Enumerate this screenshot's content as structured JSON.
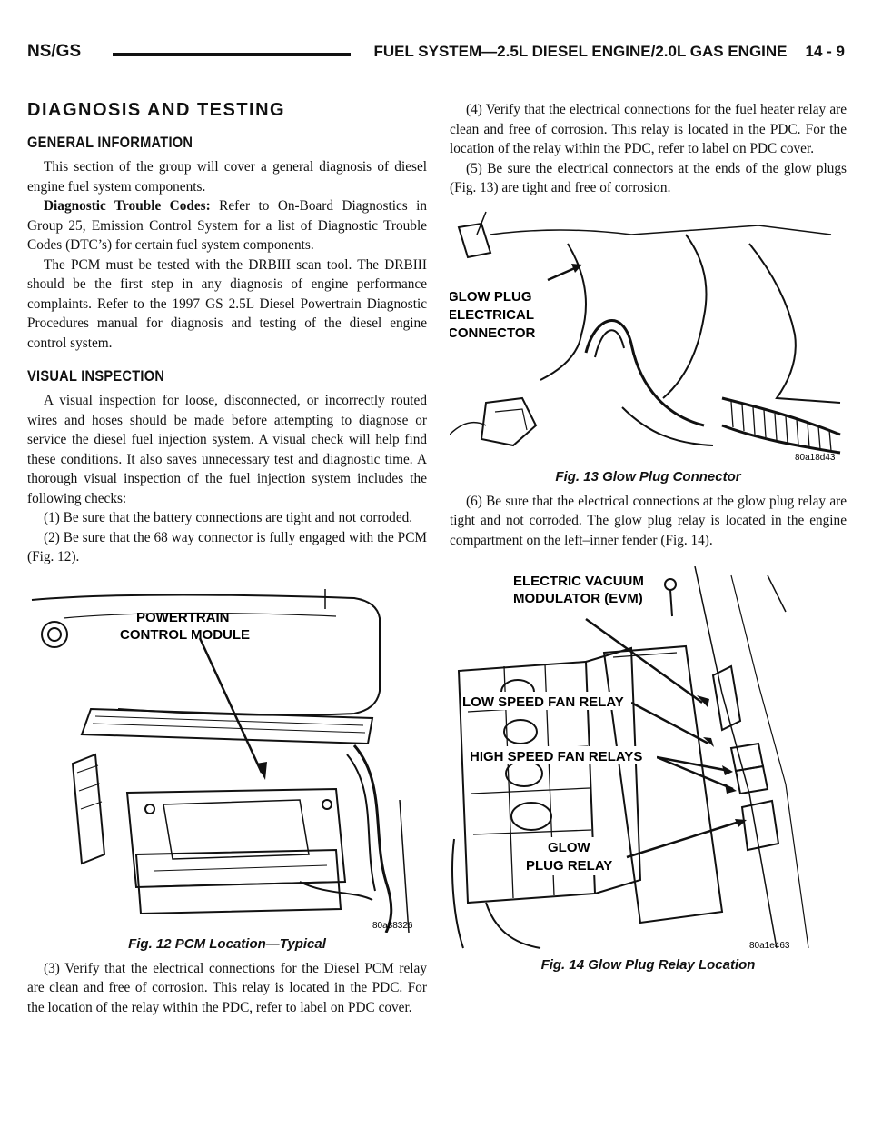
{
  "header": {
    "left": "NS/GS",
    "title": "FUEL SYSTEM—2.5L DIESEL ENGINE/2.0L GAS ENGINE",
    "page": "14 - 9"
  },
  "section_title": "DIAGNOSIS AND TESTING",
  "general": {
    "heading": "GENERAL INFORMATION",
    "p1": "This section of the group will cover a general diagnosis of diesel engine fuel system components.",
    "dtc_lead": "Diagnostic Trouble Codes:",
    "dtc_text": " Refer to On-Board Diagnostics in Group 25, Emission Control System for a list of Diagnostic Trouble Codes (DTC’s) for certain fuel system components.",
    "p3": "The PCM must be tested with the DRBIII scan tool. The DRBIII should be the first step in any diagnosis of engine performance complaints. Refer to the 1997 GS 2.5L Diesel Powertrain Diagnostic Procedures manual for diagnosis and testing of the diesel engine control system."
  },
  "visual": {
    "heading": "VISUAL INSPECTION",
    "p1": "A visual inspection for loose, disconnected, or incorrectly routed wires and hoses should be made before attempting to diagnose or service the diesel fuel injection system. A visual check will help find these conditions. It also saves unnecessary test and diagnostic time. A thorough visual inspection of the fuel injection system includes the following checks:",
    "step1": "(1) Be sure that the battery connections are tight and not corroded.",
    "step2": "(2) Be sure that the 68 way connector is fully engaged with the PCM (Fig. 12).",
    "step3": "(3) Verify that the electrical connections for the Diesel PCM relay are clean and free of corrosion. This relay is located in the PDC. For the location of the relay within the PDC, refer to label on PDC cover.",
    "step4": "(4) Verify that the electrical connections for the fuel heater relay are clean and free of corrosion. This relay is located in the PDC. For the location of the relay within the PDC, refer to label on PDC cover.",
    "step5": "(5) Be sure the electrical connectors at the ends of the glow plugs (Fig. 13) are tight and free of corrosion.",
    "step6": "(6) Be sure that the electrical connections at the glow plug relay are tight and not corroded. The glow plug relay is located in the engine compartment on the left–inner fender (Fig. 14)."
  },
  "fig12": {
    "label_line1": "POWERTRAIN",
    "label_line2": "CONTROL MODULE",
    "code": "80a38326",
    "caption": "Fig. 12 PCM Location—Typical"
  },
  "fig13": {
    "label_line1": "GLOW PLUG",
    "label_line2": "ELECTRICAL",
    "label_line3": "CONNECTOR",
    "code": "80a18d43",
    "caption": "Fig. 13 Glow Plug Connector"
  },
  "fig14": {
    "evm_line1": "ELECTRIC VACUUM",
    "evm_line2": "MODULATOR (EVM)",
    "low_fan": "LOW SPEED FAN RELAY",
    "high_fan": "HIGH SPEED FAN RELAYS",
    "glow_line1": "GLOW",
    "glow_line2": "PLUG RELAY",
    "code": "80a1e463",
    "caption": "Fig. 14 Glow Plug Relay Location"
  }
}
